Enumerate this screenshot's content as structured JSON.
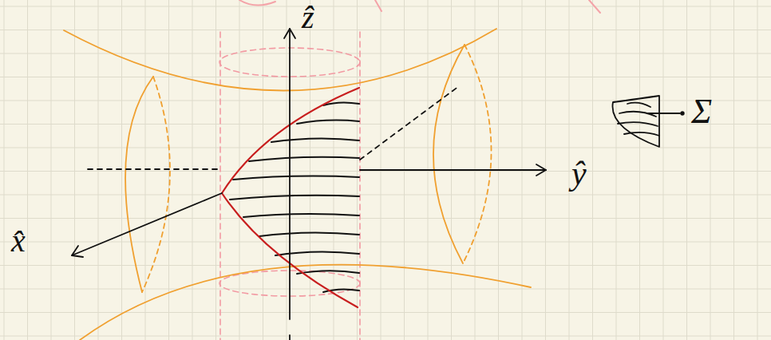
{
  "diagram": {
    "labels": [
      "ẑ",
      "ŷ",
      "x̂",
      "Σ"
    ]
  }
}
